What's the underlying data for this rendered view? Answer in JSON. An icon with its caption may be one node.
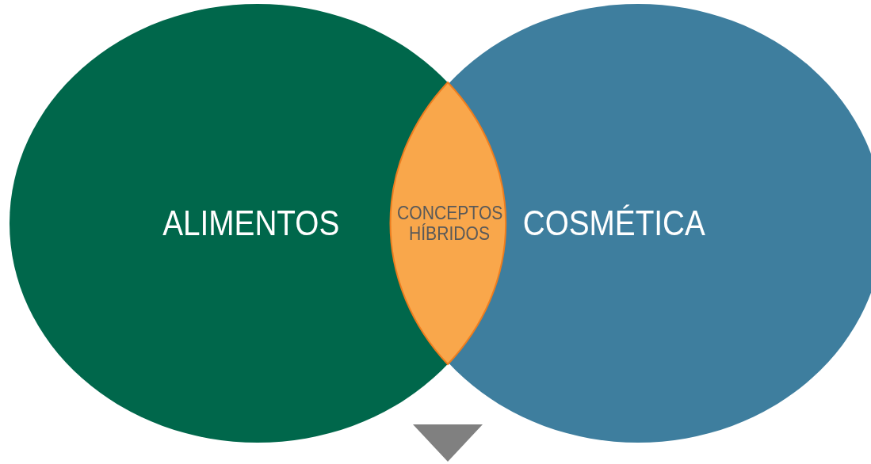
{
  "diagram": {
    "nodes": [
      {
        "text": [
          "ALIMENTOS"
        ]
      },
      {
        "text": [
          "CONCEPTOS HÍBRIDOS"
        ]
      },
      {
        "text": [
          "COSMÉTICA"
        ]
      },
      {
        "text": [],
        "shape": "triangle"
      }
    ]
  }
}
